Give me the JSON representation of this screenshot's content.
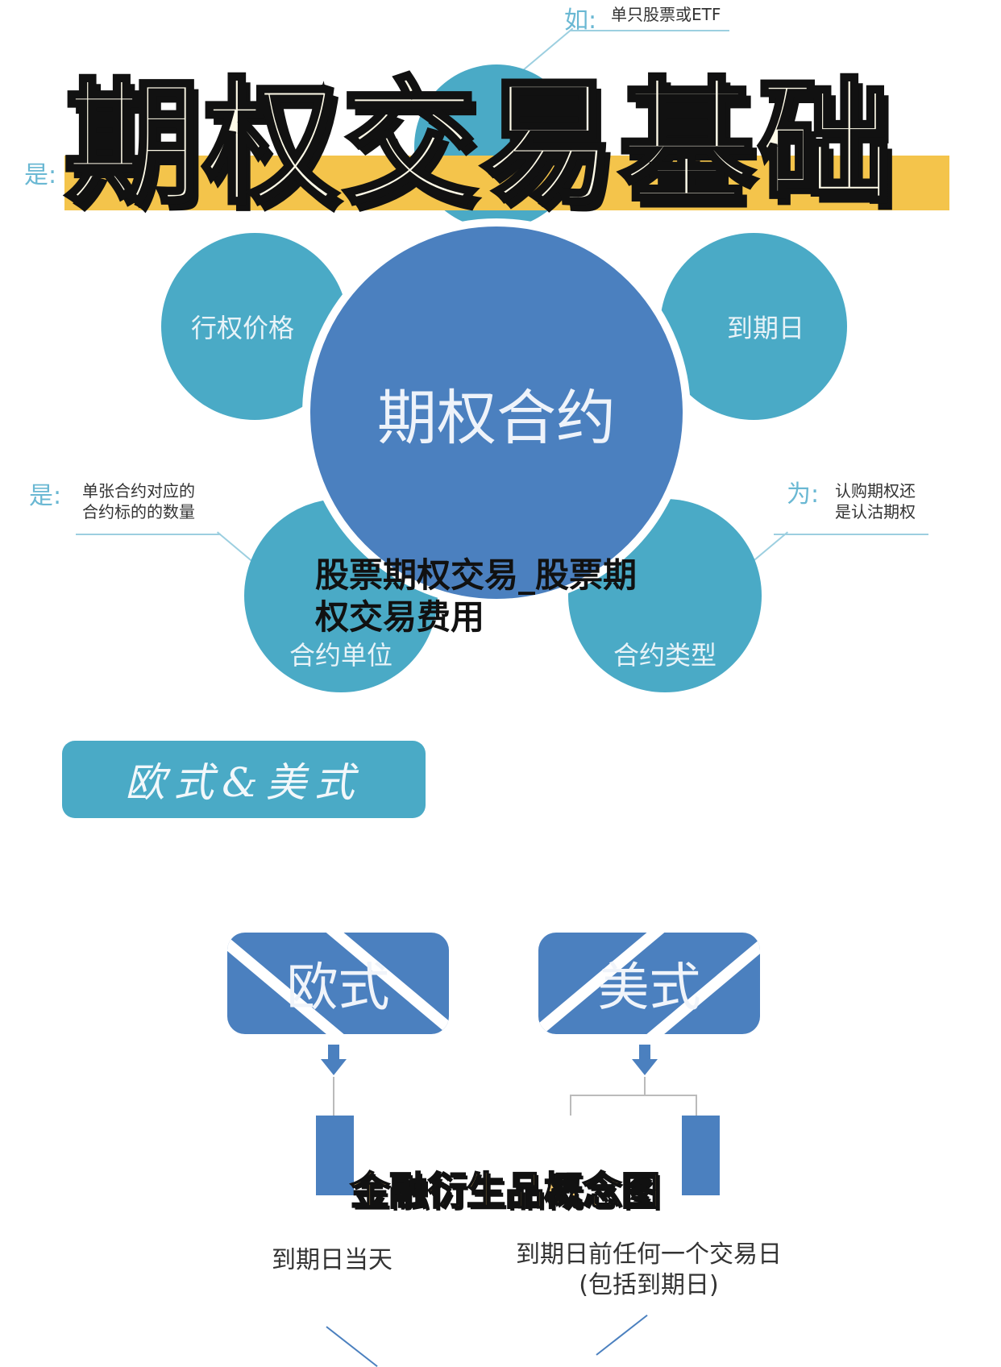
{
  "title": "期权交易基础",
  "diagram": {
    "center": "期权合约",
    "nodes": [
      "行权价格",
      "到期日",
      "合约单位",
      "合约类型"
    ],
    "annotations": {
      "top": {
        "prefix": "如:",
        "text": "单只股票或ETF"
      },
      "left_top": {
        "prefix": "是:"
      },
      "left_bottom": {
        "prefix": "是:",
        "line1": "单张合约对应的",
        "line2": "合约标的的数量"
      },
      "right_bottom": {
        "prefix": "为:",
        "line1": "认购期权还",
        "line2": "是认沽期权"
      }
    }
  },
  "overlay_title": {
    "line1": "股票期权交易_股票期",
    "line2": "权交易费用"
  },
  "section_header": "欧式&美式",
  "comparison": {
    "european": {
      "label": "欧式",
      "caption": "到期日当天"
    },
    "american": {
      "label": "美式",
      "caption_line1": "到期日前任何一个交易日",
      "caption_line2": "(包括到期日)"
    }
  },
  "subtitle": "金融衍生品概念图",
  "colors": {
    "circle_blue": "#4b80bf",
    "circle_teal": "#4aaac6",
    "band_yellow": "#f4c44b"
  }
}
